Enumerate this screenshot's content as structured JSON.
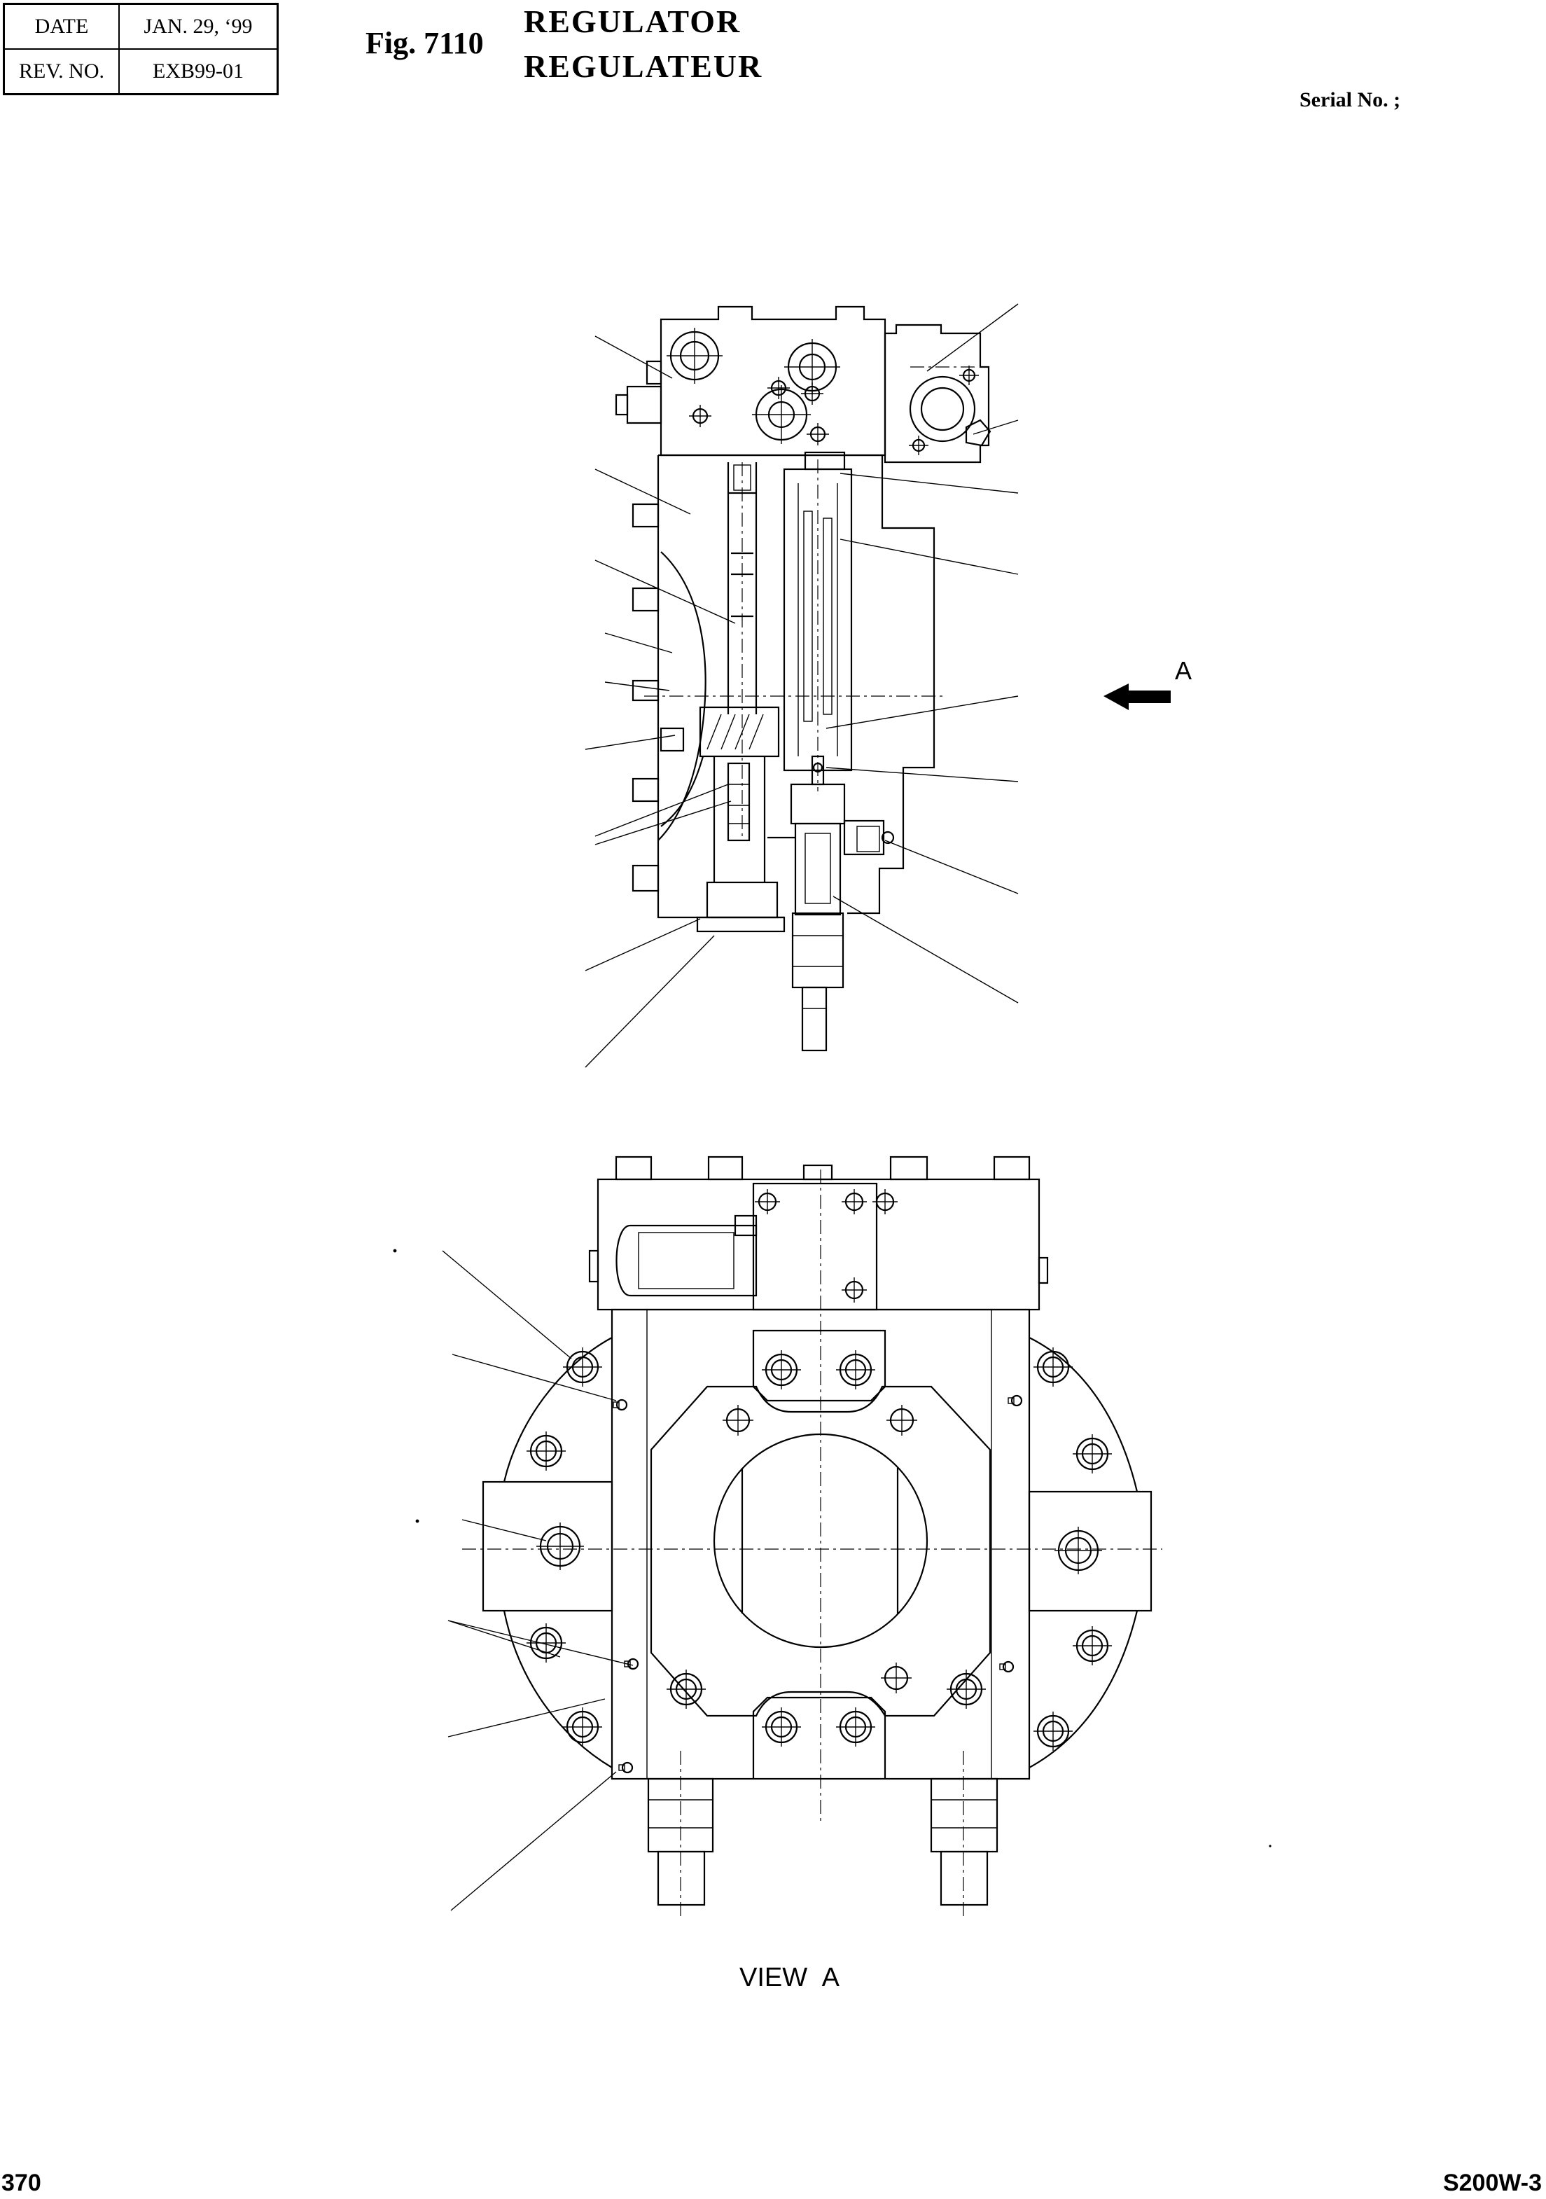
{
  "header": {
    "date_label": "DATE",
    "date_value": "JAN. 29, ‘99",
    "rev_label": "REV. NO.",
    "rev_value": "EXB99-01",
    "fig_label": "Fig. 7110",
    "title_en": "REGULATOR",
    "title_fr": "REGULATEUR",
    "serial_label": "Serial No. ;"
  },
  "drawing": {
    "arrow_label": "A",
    "view_label": "VIEW A"
  },
  "footer": {
    "page_number": "370",
    "model": "S200W-3"
  }
}
